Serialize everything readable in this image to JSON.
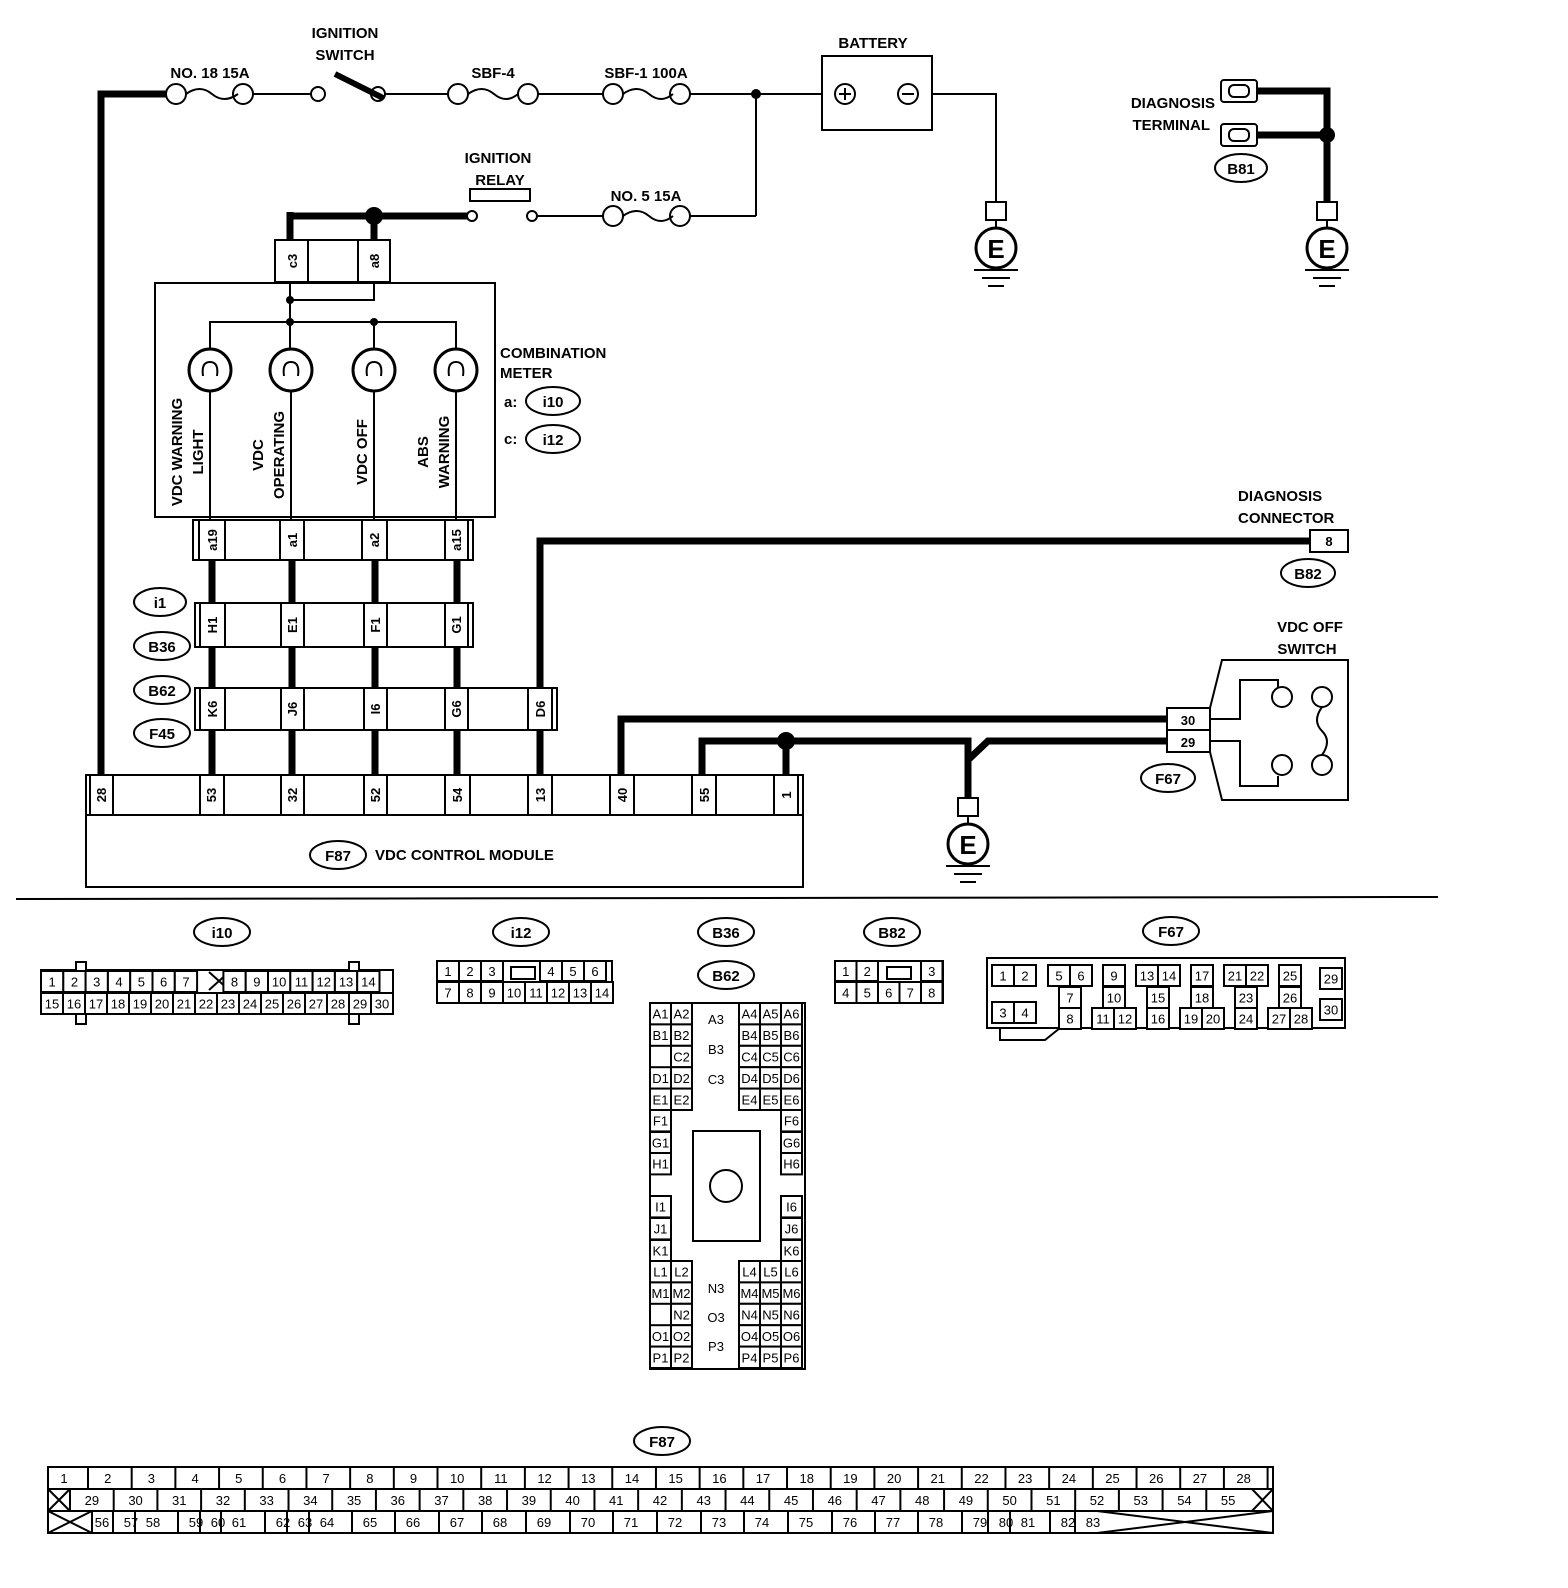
{
  "power": {
    "fuse18": "NO. 18 15A",
    "ign_switch": [
      "IGNITION",
      "SWITCH"
    ],
    "sbf4": "SBF-4",
    "sbf1": "SBF-1 100A",
    "battery": "BATTERY",
    "ign_relay": [
      "IGNITION",
      "RELAY"
    ],
    "fuse5": "NO. 5 15A",
    "ground_symbol": "E"
  },
  "diagnosis_terminal": {
    "label": [
      "DIAGNOSIS",
      "TERMINAL"
    ],
    "connector": "B81"
  },
  "combination_meter": {
    "label": [
      "COMBINATION",
      "METER"
    ],
    "conn_a_prefix": "a:",
    "conn_a": "i10",
    "conn_c_prefix": "c:",
    "conn_c": "i12",
    "top_pins": [
      "c3",
      "a8"
    ],
    "bottom_pins": [
      "a19",
      "a1",
      "a2",
      "a15"
    ],
    "lamps": [
      [
        "VDC WARNING",
        "LIGHT"
      ],
      [
        "VDC",
        "OPERATING"
      ],
      [
        "VDC OFF"
      ],
      [
        "ABS",
        "WARNING"
      ]
    ]
  },
  "diagnosis_connector": {
    "label": [
      "DIAGNOSIS",
      "CONNECTOR"
    ],
    "pin": "8",
    "connector": "B82"
  },
  "junctions": {
    "i1_B36": {
      "tags": [
        "i1",
        "B36"
      ],
      "pins": [
        "H1",
        "E1",
        "F1",
        "G1"
      ]
    },
    "B62_F45": {
      "tags": [
        "B62",
        "F45"
      ],
      "pins": [
        "K6",
        "J6",
        "I6",
        "G6",
        "D6"
      ]
    }
  },
  "vdc_off_switch": {
    "label": [
      "VDC OFF",
      "SWITCH"
    ],
    "pins": [
      "30",
      "29"
    ],
    "connector": "F67"
  },
  "vdc_module": {
    "connector": "F87",
    "label": "VDC CONTROL MODULE",
    "pins": [
      "28",
      "53",
      "32",
      "52",
      "54",
      "13",
      "40",
      "55",
      "1"
    ]
  },
  "connector_views": {
    "i10": {
      "tag": "i10",
      "row1": [
        "1",
        "2",
        "3",
        "4",
        "5",
        "6",
        "7",
        "",
        "8",
        "9",
        "10",
        "11",
        "12",
        "13",
        "14"
      ],
      "row2": [
        "15",
        "16",
        "17",
        "18",
        "19",
        "20",
        "21",
        "22",
        "23",
        "24",
        "25",
        "26",
        "27",
        "28",
        "29",
        "30"
      ]
    },
    "i12": {
      "tag": "i12",
      "row1": [
        "1",
        "2",
        "3",
        "",
        "4",
        "5",
        "6"
      ],
      "row2": [
        "7",
        "8",
        "9",
        "10",
        "11",
        "12",
        "13",
        "14"
      ]
    },
    "B36": {
      "tag": "B36"
    },
    "B62": {
      "tag": "B62",
      "left_pairs": [
        [
          "A1",
          "A2"
        ],
        [
          "B1",
          "B2"
        ],
        [
          "",
          "C2"
        ],
        [
          "D1",
          "D2"
        ],
        [
          "E1",
          "E2"
        ]
      ],
      "right_triples": [
        [
          "A4",
          "A5",
          "A6"
        ],
        [
          "B4",
          "B5",
          "B6"
        ],
        [
          "C4",
          "C5",
          "C6"
        ],
        [
          "D4",
          "D5",
          "D6"
        ],
        [
          "E4",
          "E5",
          "E6"
        ]
      ],
      "center_top": [
        "A3",
        "B3",
        "C3"
      ],
      "left_col": [
        "F1",
        "G1",
        "H1",
        "I1",
        "J1",
        "K1"
      ],
      "right_col": [
        "F6",
        "G6",
        "H6",
        "I6",
        "J6",
        "K6"
      ],
      "bottom_left": [
        [
          "L1",
          "L2"
        ],
        [
          "M1",
          "M2"
        ],
        [
          "",
          "N2"
        ],
        [
          "O1",
          "O2"
        ],
        [
          "P1",
          "P2"
        ]
      ],
      "bottom_right": [
        [
          "L4",
          "L5",
          "L6"
        ],
        [
          "M4",
          "M5",
          "M6"
        ],
        [
          "N4",
          "N5",
          "N6"
        ],
        [
          "O4",
          "O5",
          "O6"
        ],
        [
          "P4",
          "P5",
          "P6"
        ]
      ],
      "center_bottom": [
        "N3",
        "O3",
        "P3"
      ]
    },
    "B82": {
      "tag": "B82",
      "row1": [
        "1",
        "2",
        "",
        "3"
      ],
      "row2": [
        "4",
        "5",
        "6",
        "7",
        "8"
      ]
    },
    "F67": {
      "tag": "F67",
      "labels": [
        "1",
        "2",
        "5",
        "6",
        "7",
        "8",
        "9",
        "10",
        "11",
        "12",
        "13",
        "14",
        "15",
        "16",
        "17",
        "18",
        "19",
        "20",
        "21",
        "22",
        "23",
        "24",
        "25",
        "26",
        "27",
        "28",
        "29",
        "30",
        "3",
        "4"
      ]
    },
    "F87": {
      "tag": "F87",
      "row1": [
        "1",
        "2",
        "3",
        "4",
        "5",
        "6",
        "7",
        "8",
        "9",
        "10",
        "11",
        "12",
        "13",
        "14",
        "15",
        "16",
        "17",
        "18",
        "19",
        "20",
        "21",
        "22",
        "23",
        "24",
        "25",
        "26",
        "27",
        "28"
      ],
      "row2": [
        "29",
        "30",
        "31",
        "32",
        "33",
        "34",
        "35",
        "36",
        "37",
        "38",
        "39",
        "40",
        "41",
        "42",
        "43",
        "44",
        "45",
        "46",
        "47",
        "48",
        "49",
        "50",
        "51",
        "52",
        "53",
        "54",
        "55"
      ],
      "row3": [
        "56",
        "57",
        "58",
        "59",
        "60",
        "61",
        "62",
        "63",
        "64",
        "65",
        "66",
        "67",
        "68",
        "69",
        "70",
        "71",
        "72",
        "73",
        "74",
        "75",
        "76",
        "77",
        "78",
        "79",
        "80",
        "81",
        "82",
        "83"
      ]
    }
  }
}
